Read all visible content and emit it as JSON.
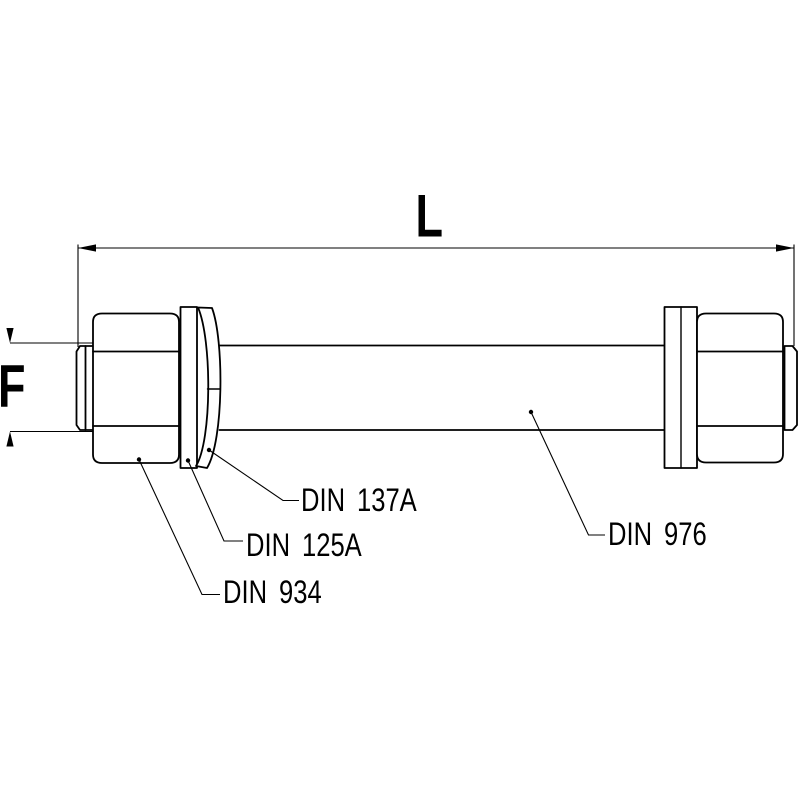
{
  "canvas": {
    "background": "#ffffff",
    "line_color": "#000000"
  },
  "dimensions": {
    "length": {
      "label": "L"
    },
    "diameter": {
      "label": "F"
    }
  },
  "callouts": [
    {
      "label": "DIN 137A",
      "points_to": "spring-washer-left"
    },
    {
      "label": "DIN 125A",
      "points_to": "flat-washer-left"
    },
    {
      "label": "DIN 934",
      "points_to": "hex-nut-left"
    },
    {
      "label": "DIN 976",
      "points_to": "threaded-rod"
    }
  ]
}
